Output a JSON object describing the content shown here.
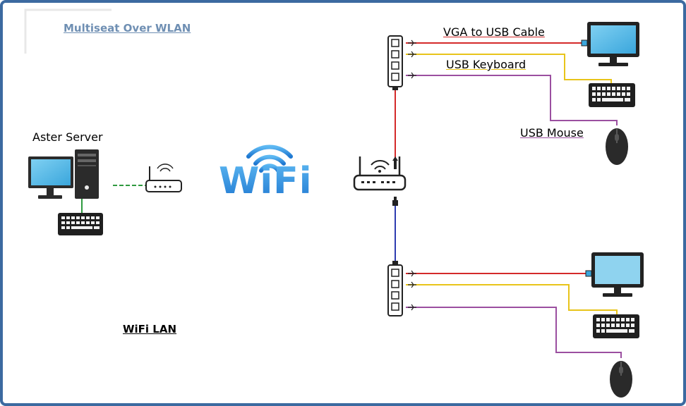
{
  "diagram": {
    "title": "Multiseat Over WLAN",
    "server_label": "Aster Server",
    "network_label": "WiFi LAN",
    "wifi_logo_text": "WiFi",
    "connection_labels": {
      "display": "VGA to USB Cable",
      "keyboard": "USB Keyboard",
      "mouse": "USB Mouse"
    }
  },
  "colors": {
    "frame": "#3c6aa0",
    "display_cable": "#d42a2a",
    "keyboard_cable": "#e8c41a",
    "mouse_cable": "#9b4fa0",
    "lan_cable": "#2d3bb0",
    "server_cable": "#2f9a3f",
    "wifi_logo": "#2b8fe0",
    "screen": "#4fb7e6"
  },
  "icons": [
    "server-pc-icon",
    "keyboard-icon",
    "router-icon",
    "wifi-logo-icon",
    "usb-hub-icon",
    "monitor-icon",
    "mouse-icon"
  ]
}
